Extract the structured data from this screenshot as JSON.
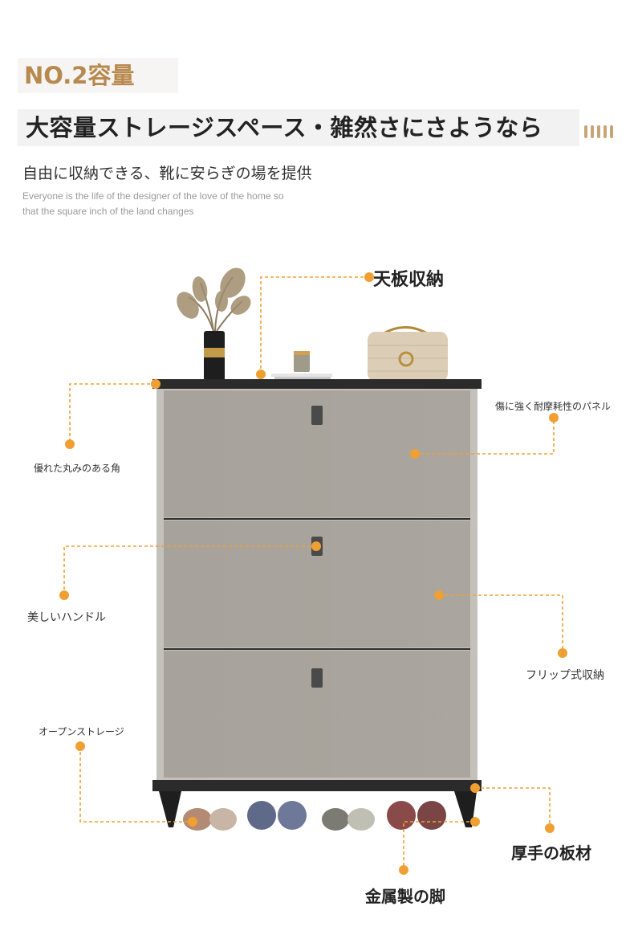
{
  "header": {
    "section_no": "NO.2容量",
    "headline": "大容量ストレージスペース・雑然さにさようなら",
    "subtitle": "自由に収納できる、靴に安らぎの場を提供",
    "english_line1": "Everyone is the life of the designer of the love of the home so",
    "english_line2": "that the square inch of the land changes"
  },
  "features": {
    "top_storage": "天板収納",
    "rounded_corners": "優れた丸みのある角",
    "panel": "傷に強く耐摩耗性のパネル",
    "handle": "美しいハンドル",
    "flip_storage": "フリップ式収納",
    "open_storage": "オープンストレージ",
    "thick_board": "厚手の板材",
    "metal_legs": "金属製の脚"
  },
  "colors": {
    "accent": "#b8894e",
    "dot": "#f0a033",
    "cabinet": "#a9a49d",
    "cabinet_frame": "#c4c1bc",
    "top_board": "#2b2b2b"
  }
}
